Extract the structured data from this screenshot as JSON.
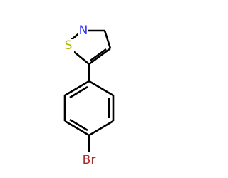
{
  "molecule": {
    "atoms": {
      "nitrogen": {
        "symbol": "N",
        "color": "#3333ff"
      },
      "sulfur": {
        "symbol": "S",
        "color": "#b3b300"
      },
      "bromine": {
        "symbol": "Br",
        "color": "#a52a2a"
      }
    },
    "bond_color": "#000000"
  }
}
